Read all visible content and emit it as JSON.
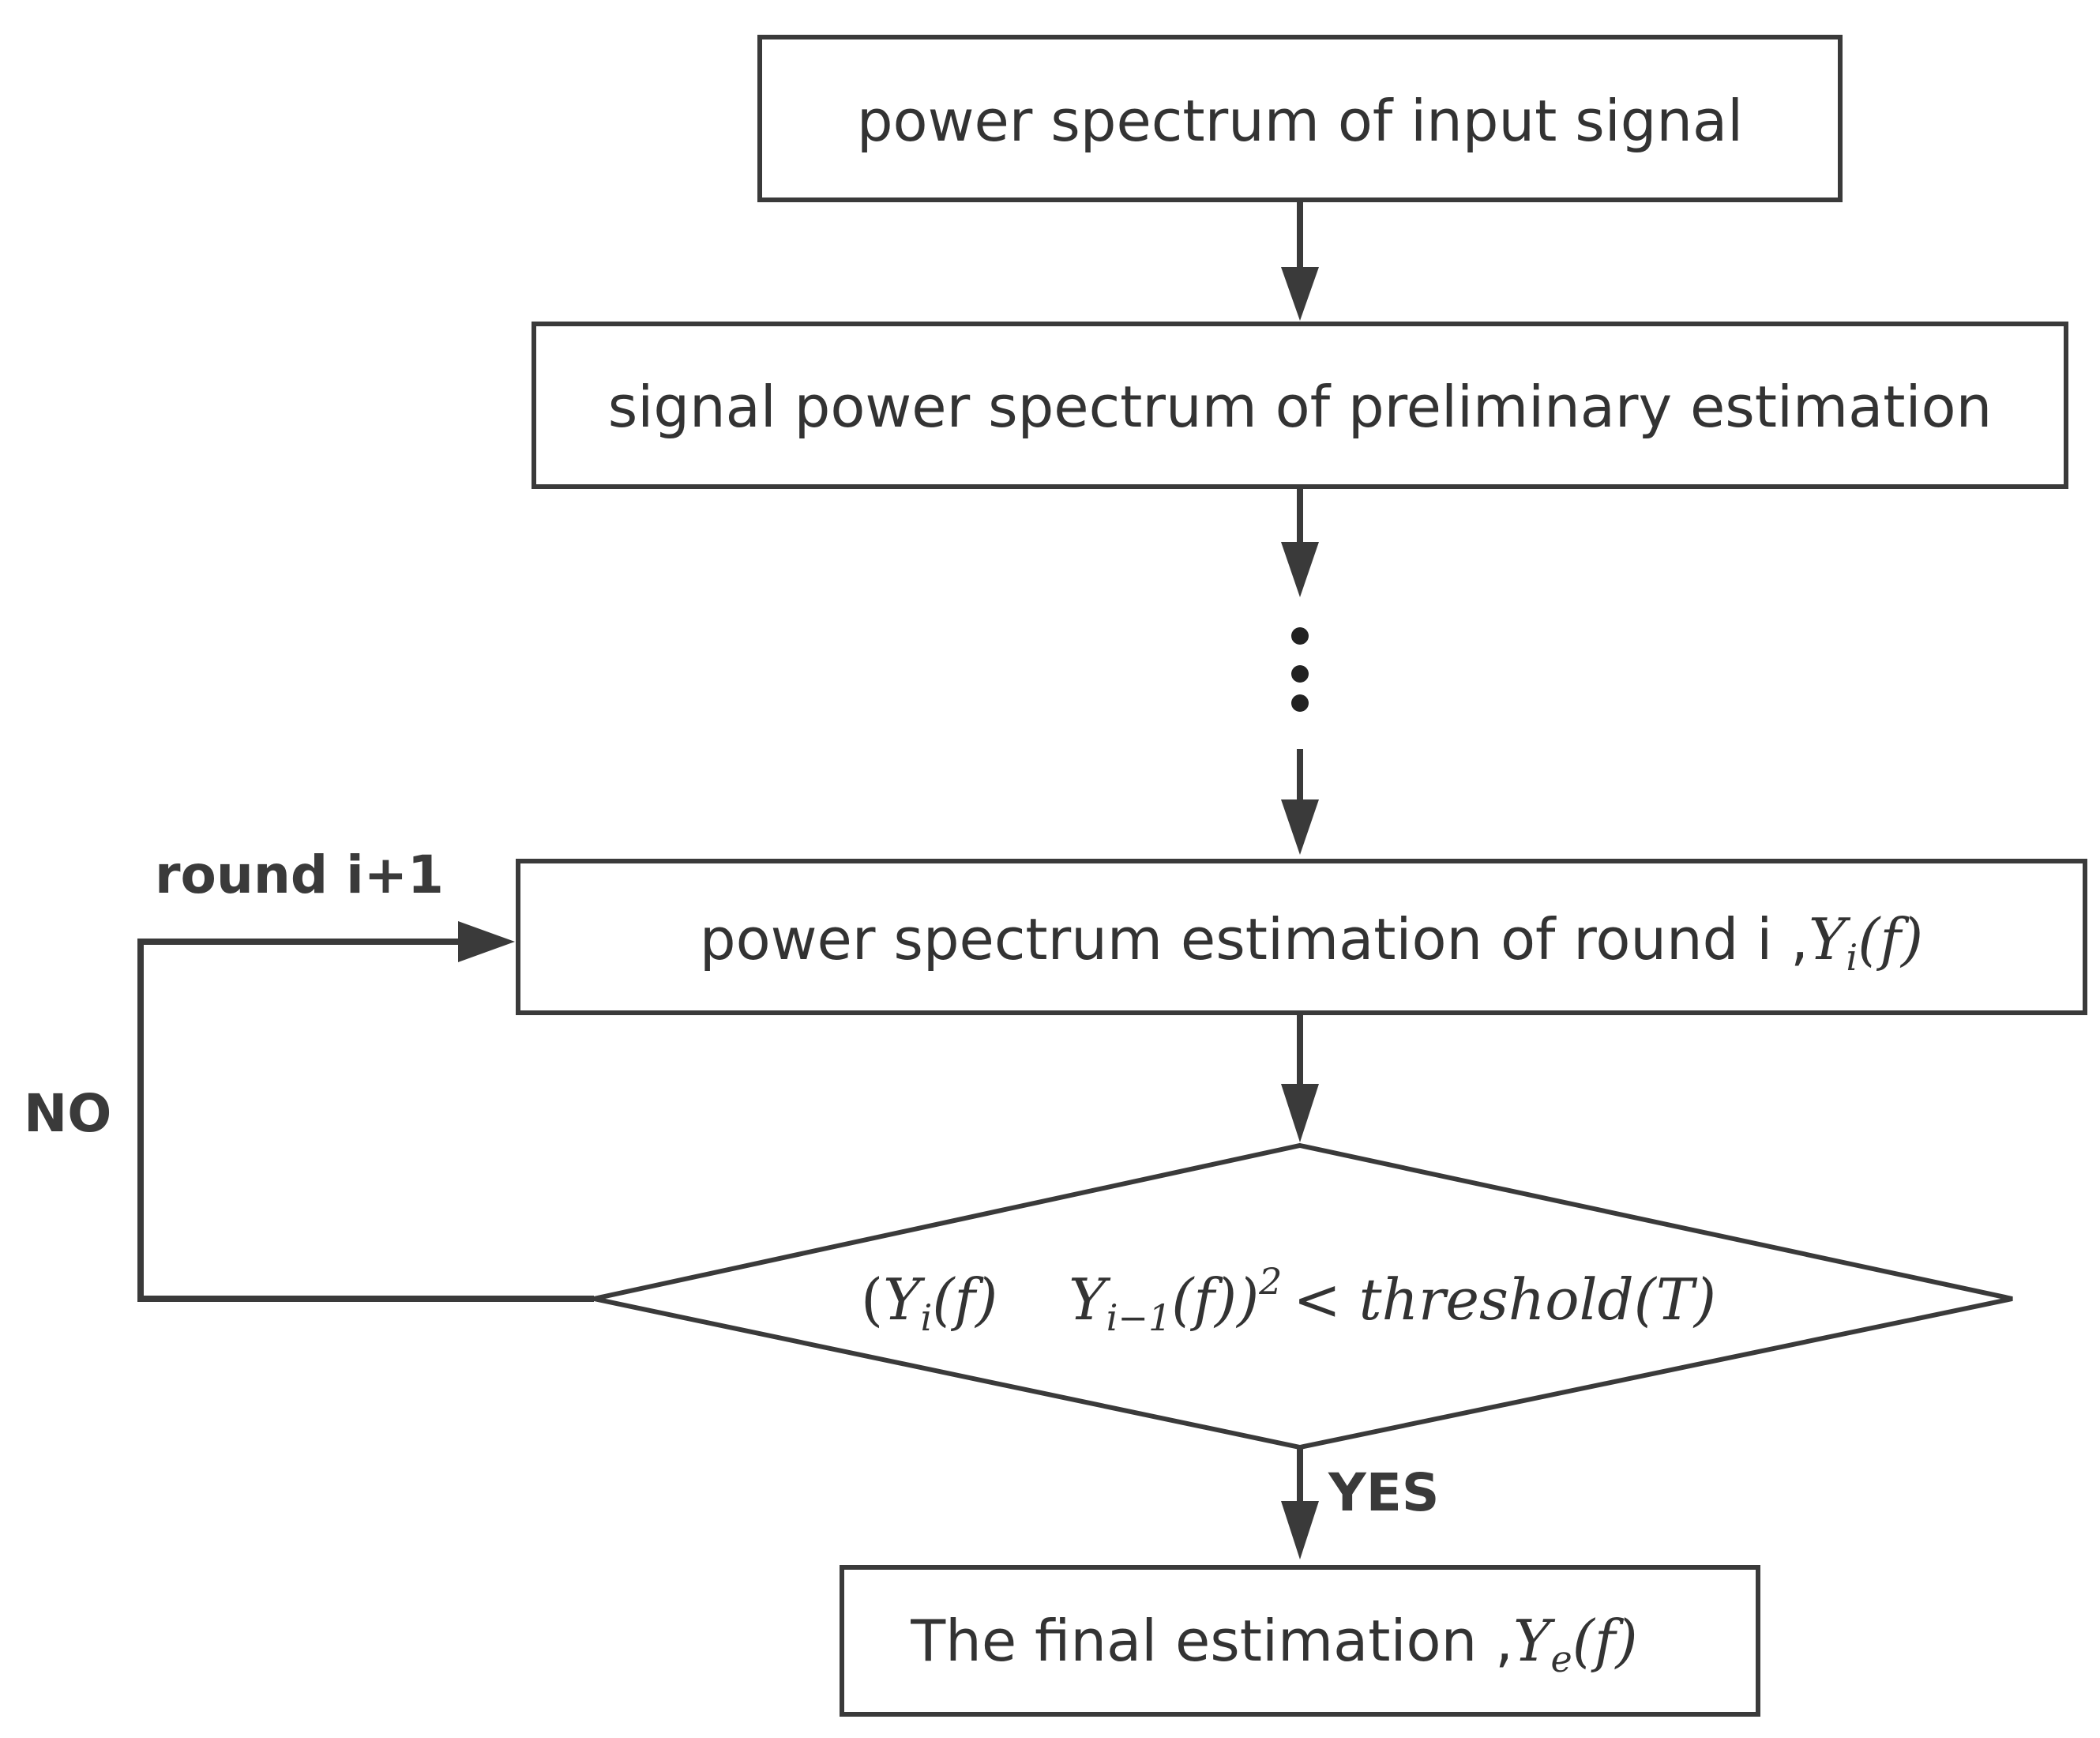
{
  "boxes": {
    "input": "power spectrum of input signal",
    "preliminary": "signal power spectrum of preliminary estimation",
    "round_i_text": "power spectrum estimation of round i ,",
    "round_i_math": {
      "base": "Y",
      "sub": "i",
      "tail": "(f)"
    },
    "final_text": "The final estimation ,",
    "final_math": {
      "base": "Y",
      "sub": "e",
      "tail": "(f)"
    }
  },
  "decision": {
    "open": "(",
    "y1_base": "Y",
    "y1_sub": "i",
    "y1_tail": "(f)",
    "y2_base": "Y",
    "y2_sub": "i−1",
    "y2_tail": "(f))",
    "power": "2",
    "rest": "< threshold(T)"
  },
  "labels": {
    "loop": "round i+1",
    "no": "NO",
    "yes": "YES"
  },
  "ellipsis": "⋮"
}
